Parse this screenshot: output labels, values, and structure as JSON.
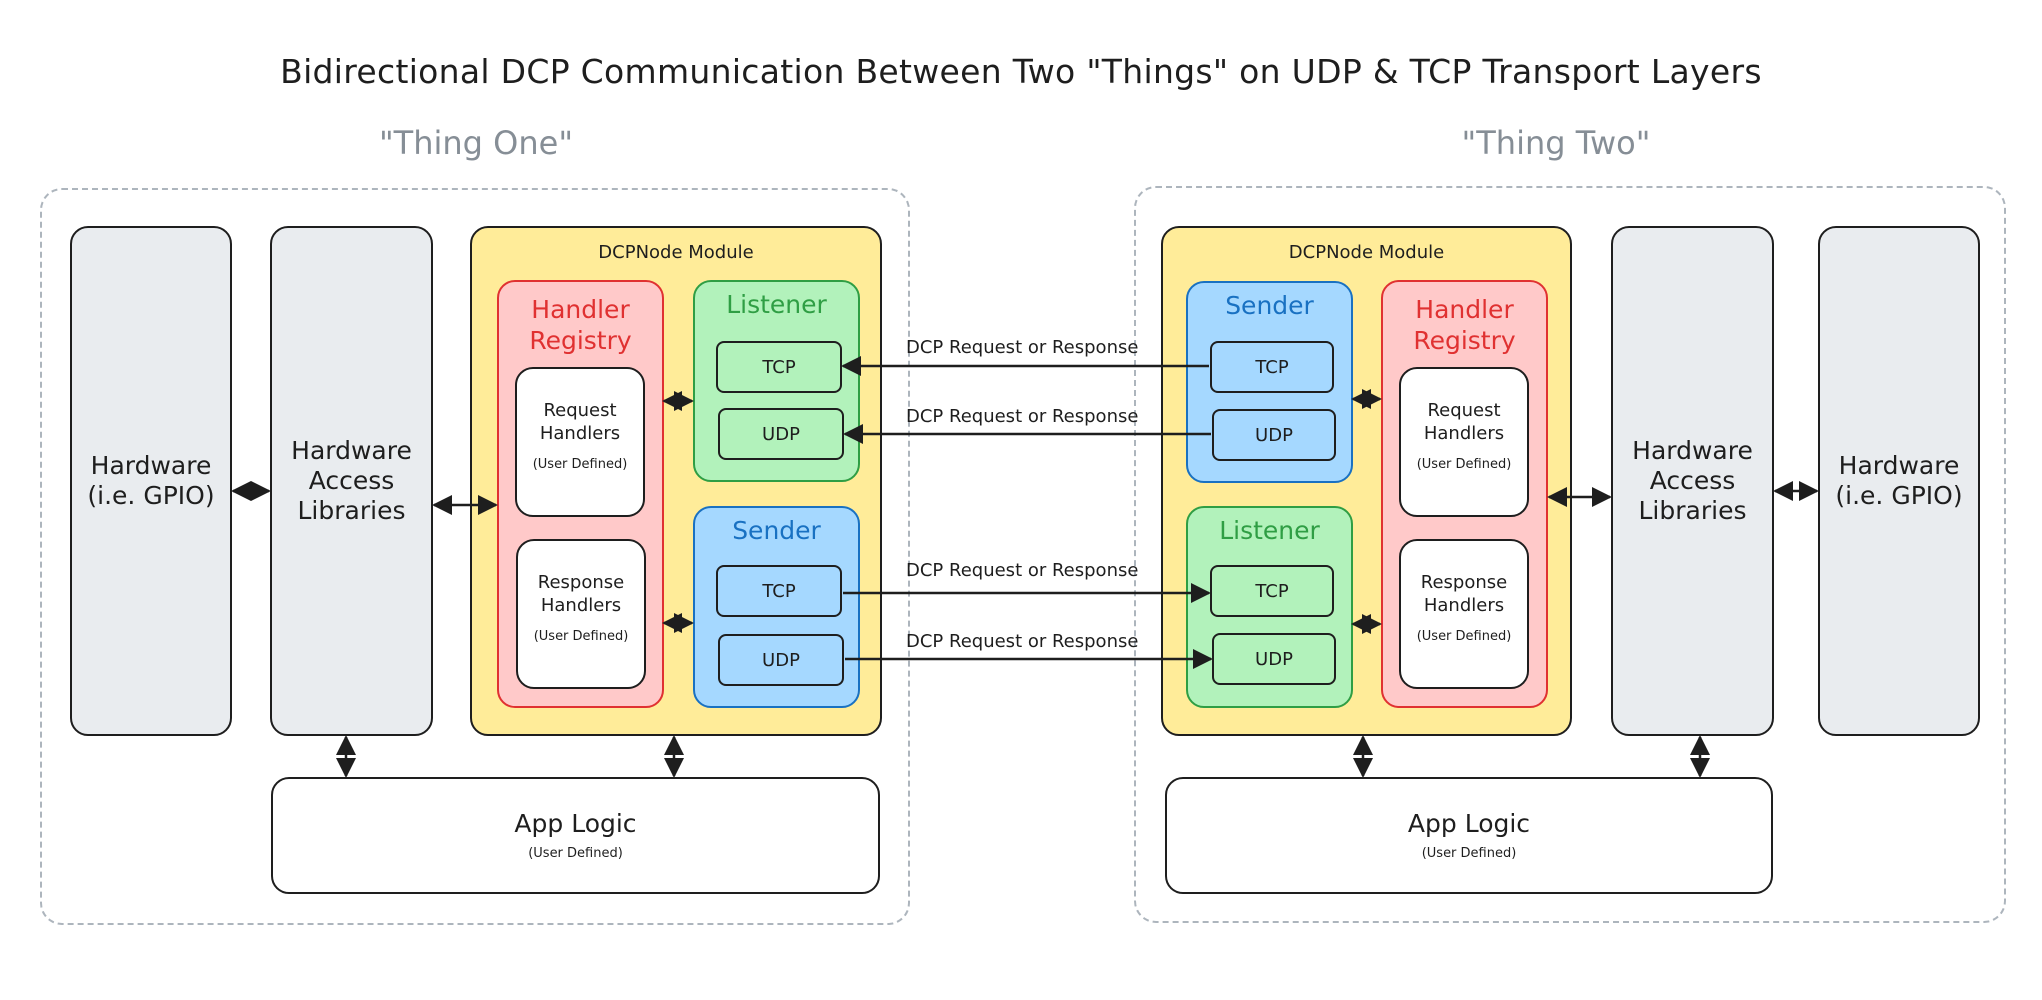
{
  "title": "Bidirectional DCP Communication Between Two \"Things\" on UDP & TCP Transport Layers",
  "thing_one": {
    "label": "\"Thing One\"",
    "hardware": "Hardware\n(i.e. GPIO)",
    "hal": "Hardware\nAccess\nLibraries",
    "module": {
      "label": "DCPNode Module",
      "registry": {
        "title": "Handler\nRegistry",
        "request": {
          "title": "Request\nHandlers",
          "sub": "(User Defined)"
        },
        "response": {
          "title": "Response\nHandlers",
          "sub": "(User Defined)"
        }
      },
      "listener": {
        "title": "Listener",
        "tcp": "TCP",
        "udp": "UDP"
      },
      "sender": {
        "title": "Sender",
        "tcp": "TCP",
        "udp": "UDP"
      }
    },
    "app_logic": {
      "title": "App Logic",
      "sub": "(User Defined)"
    }
  },
  "thing_two": {
    "label": "\"Thing Two\"",
    "hardware": "Hardware\n(i.e. GPIO)",
    "hal": "Hardware\nAccess\nLibraries",
    "module": {
      "label": "DCPNode Module",
      "registry": {
        "title": "Handler\nRegistry",
        "request": {
          "title": "Request\nHandlers",
          "sub": "(User Defined)"
        },
        "response": {
          "title": "Response\nHandlers",
          "sub": "(User Defined)"
        }
      },
      "sender": {
        "title": "Sender",
        "tcp": "TCP",
        "udp": "UDP"
      },
      "listener": {
        "title": "Listener",
        "tcp": "TCP",
        "udp": "UDP"
      }
    },
    "app_logic": {
      "title": "App Logic",
      "sub": "(User Defined)"
    }
  },
  "messages": [
    "DCP Request or Response",
    "DCP Request or Response",
    "DCP Request or Response",
    "DCP Request or Response"
  ],
  "colors": {
    "module": "#ffec99",
    "registry": "#ffc9c9",
    "registry_text": "#e03131",
    "listener": "#b2f2bb",
    "listener_text": "#2f9e44",
    "sender": "#a5d8ff",
    "sender_text": "#1971c2",
    "hardware": "#e9ecef",
    "thing_label": "#868e96"
  }
}
